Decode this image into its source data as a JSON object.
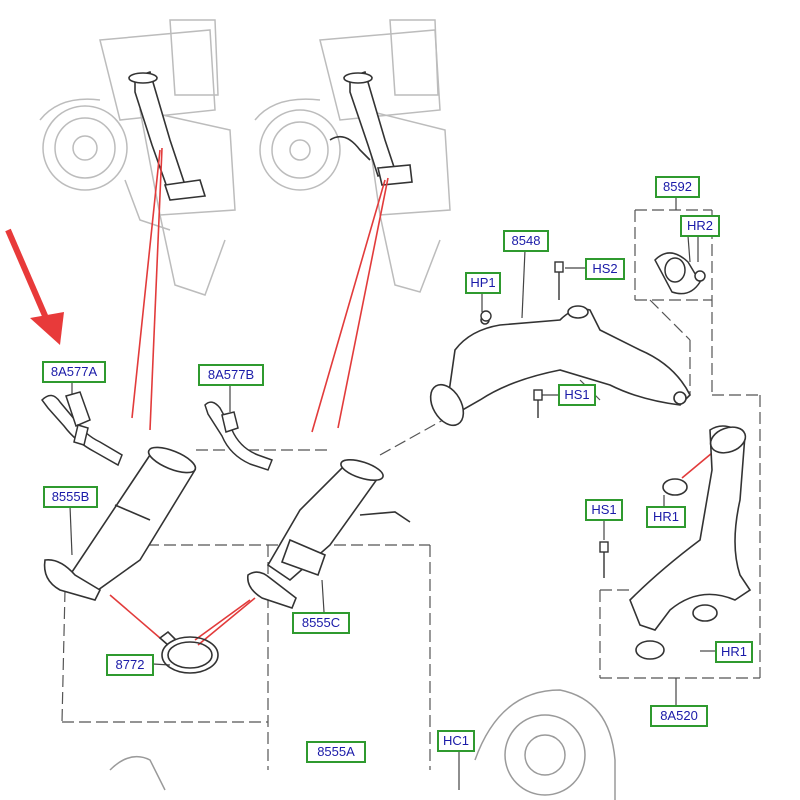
{
  "colors": {
    "callout_border": "#2f9a2f",
    "callout_text": "#1a1aa8",
    "leader_red": "#e23b3b",
    "arrow_red": "#e83a3a",
    "line_art": "#3a3a3a",
    "faded_art": "#b9b9b9"
  },
  "indicator": {
    "icon": "red-pointer-arrow-icon",
    "target": "8A577A"
  },
  "callouts": {
    "c8592": "8592",
    "hr2": "HR2",
    "c8548": "8548",
    "hs2": "HS2",
    "hp1": "HP1",
    "c8a577a": "8A577A",
    "c8a577b": "8A577B",
    "hs1_upper": "HS1",
    "c8555b": "8555B",
    "hr1_upper": "HR1",
    "hs1_lower": "HS1",
    "c8555c": "8555C",
    "c8772": "8772",
    "hr1_lower": "HR1",
    "c8a520": "8A520",
    "hc1": "HC1",
    "c8555a": "8555A"
  }
}
